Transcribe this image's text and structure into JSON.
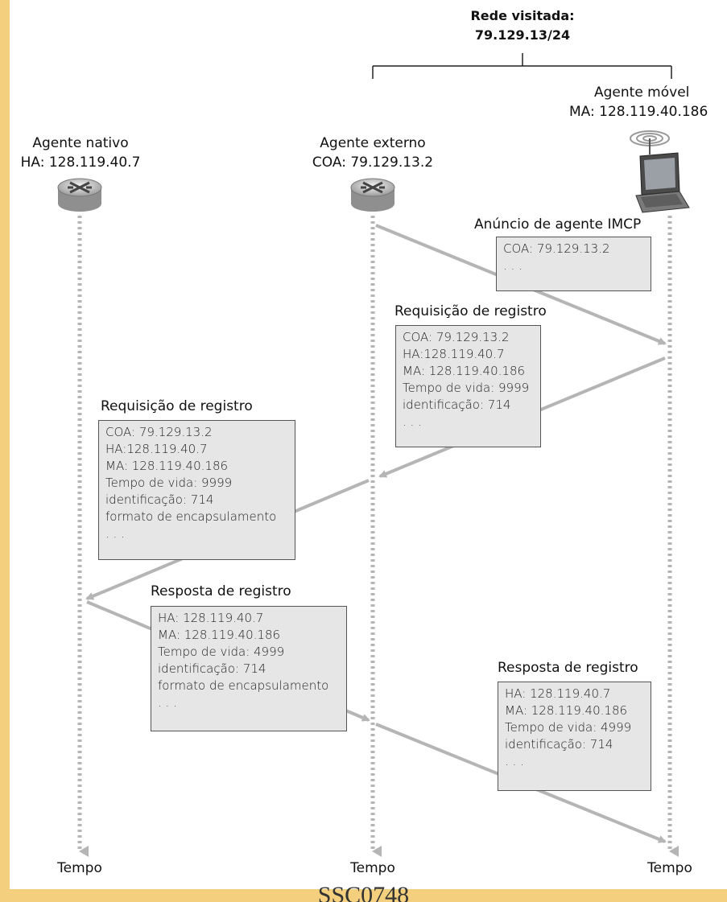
{
  "network": {
    "title": "Rede visitada:",
    "subnet": "79.129.13/24"
  },
  "nodes": {
    "home": {
      "name": "Agente nativo",
      "addr": "HA: 128.119.40.7",
      "time": "Tempo"
    },
    "foreign": {
      "name": "Agente externo",
      "addr": "COA: 79.129.13.2",
      "time": "Tempo"
    },
    "mobile": {
      "name": "Agente móvel",
      "addr": "MA: 128.119.40.186",
      "time": "Tempo"
    }
  },
  "messages": [
    {
      "title": "Anúncio de agente IMCP",
      "lines": [
        "COA: 79.129.13.2",
        ". . ."
      ]
    },
    {
      "title": "Requisição de registro",
      "lines": [
        "COA: 79.129.13.2",
        "HA:128.119.40.7",
        "MA: 128.119.40.186",
        "Tempo de vida: 9999",
        "identificação: 714",
        ". . ."
      ]
    },
    {
      "title": "Requisição de registro",
      "lines": [
        "COA: 79.129.13.2",
        "HA:128.119.40.7",
        "MA: 128.119.40.186",
        "Tempo de vida: 9999",
        "identificação: 714",
        "formato de encapsulamento",
        ". . ."
      ]
    },
    {
      "title": "Resposta de registro",
      "lines": [
        "HA: 128.119.40.7",
        "MA: 128.119.40.186",
        "Tempo de vida: 4999",
        "identificação: 714",
        "formato de encapsulamento",
        ". . ."
      ]
    },
    {
      "title": "Resposta de registro",
      "lines": [
        "HA: 128.119.40.7",
        "MA: 128.119.40.186",
        "Tempo de vida: 4999",
        "identificação: 714",
        ". . ."
      ]
    }
  ],
  "footer": "SSC0748"
}
